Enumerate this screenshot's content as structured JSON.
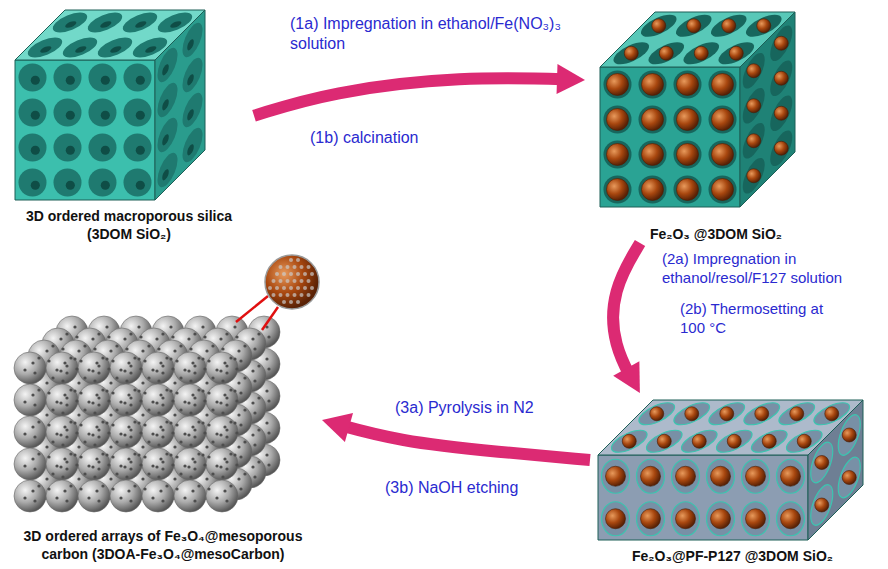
{
  "diagram": {
    "nodes": [
      {
        "text": [
          "3D ordered macroporous silica (3DOM SiO₂)"
        ]
      },
      {
        "text": [
          "Fe₂O₃ @3DOM SiO₂"
        ]
      },
      {
        "text": [
          "3D ordered arrays of Fe₃O₄@mesoporous carbon (3DOA-Fe₃O₄@mesoCarbon)"
        ]
      },
      {
        "text": [
          "Fe₂O₃@PF-P127 @3DOM SiO₂"
        ]
      }
    ],
    "edges": [
      {
        "from": 0,
        "to": 1,
        "arrow": "to",
        "label": "(1a) Impregnation in ethanol/Fe(NO₃)₃ solution"
      },
      {
        "from": 1,
        "to": 3,
        "arrow": "to",
        "label": "(2a) Impregnation in ethanol/resol/F127 solution"
      },
      {
        "from": 3,
        "to": 2,
        "arrow": "to",
        "label": "(3a) Pyrolysis in N2"
      }
    ],
    "labels": [
      "(1b) calcination",
      "(2b) Thermosetting at 100 °C",
      "(3b) NaOH etching"
    ]
  }
}
